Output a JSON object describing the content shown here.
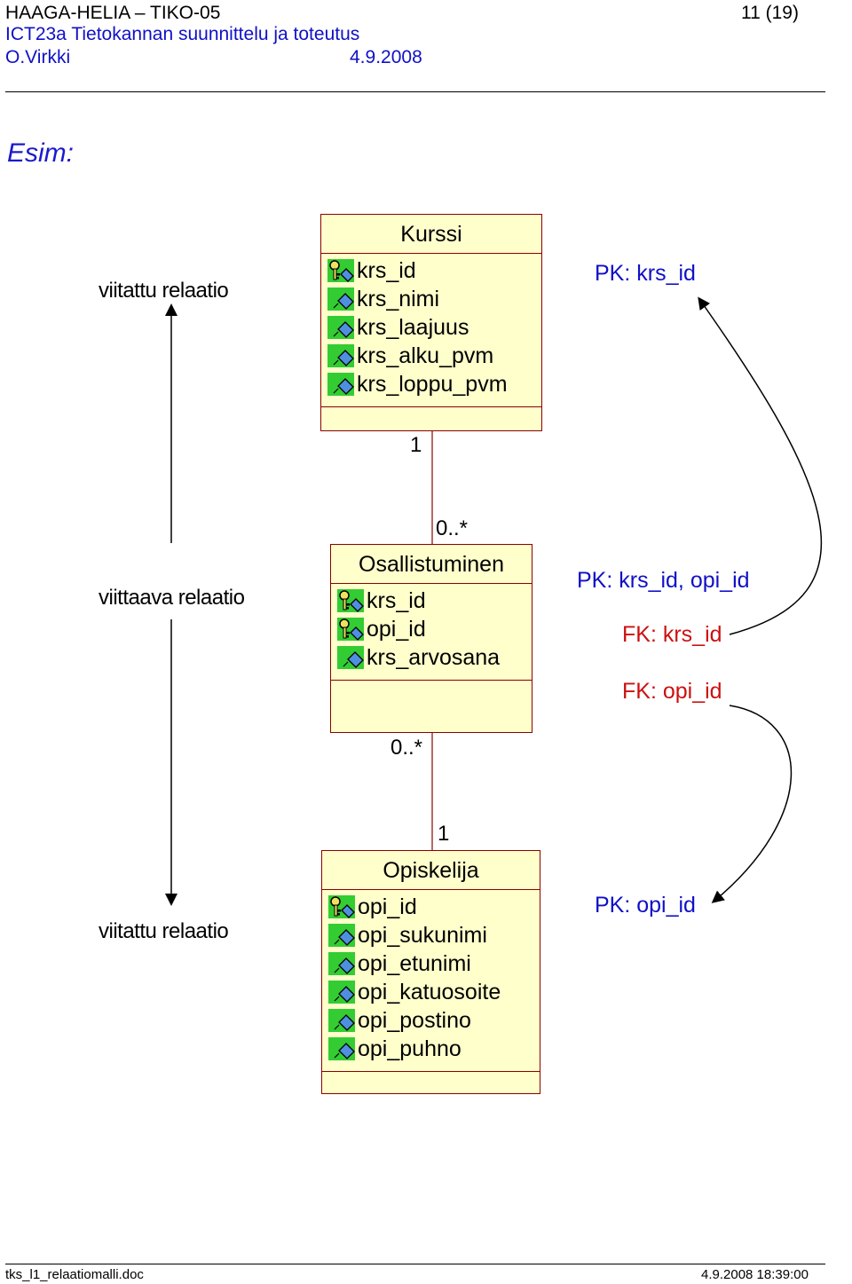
{
  "header": {
    "org": "HAAGA-HELIA – TIKO-05",
    "page": "11 (19)",
    "course": "ICT23a Tietokannan suunnittelu ja toteutus",
    "author": "O.Virkki",
    "date": "4.9.2008"
  },
  "heading": "Esim:",
  "side_labels": {
    "top": "viitattu relaatio",
    "middle": "viittaava relaatio",
    "bottom": "viitattu relaatio"
  },
  "entities": {
    "kurssi": {
      "title": "Kurssi",
      "attributes": [
        {
          "name": "krs_id",
          "icon": "primary-key-icon"
        },
        {
          "name": "krs_nimi",
          "icon": "attribute-icon"
        },
        {
          "name": "krs_laajuus",
          "icon": "attribute-icon"
        },
        {
          "name": "krs_alku_pvm",
          "icon": "attribute-icon"
        },
        {
          "name": "krs_loppu_pvm",
          "icon": "attribute-icon"
        }
      ]
    },
    "osallistuminen": {
      "title": "Osallistuminen",
      "attributes": [
        {
          "name": "krs_id",
          "icon": "primary-key-icon"
        },
        {
          "name": "opi_id",
          "icon": "primary-key-icon"
        },
        {
          "name": "krs_arvosana",
          "icon": "attribute-icon"
        }
      ]
    },
    "opiskelija": {
      "title": "Opiskelija",
      "attributes": [
        {
          "name": "opi_id",
          "icon": "primary-key-icon"
        },
        {
          "name": "opi_sukunimi",
          "icon": "attribute-icon"
        },
        {
          "name": "opi_etunimi",
          "icon": "attribute-icon"
        },
        {
          "name": "opi_katuosoite",
          "icon": "attribute-icon"
        },
        {
          "name": "opi_postino",
          "icon": "attribute-icon"
        },
        {
          "name": "opi_puhno",
          "icon": "attribute-icon"
        }
      ]
    }
  },
  "multiplicities": {
    "kurssi_end": "1",
    "osallistuminen_top": "0..*",
    "osallistuminen_bottom": "0..*",
    "opiskelija_end": "1"
  },
  "notes": {
    "kurssi_pk": "PK: krs_id",
    "osallistuminen_pk": "PK: krs_id, opi_id",
    "osallistuminen_fk1": "FK: krs_id",
    "osallistuminen_fk2": "FK: opi_id",
    "opiskelija_pk": "PK: opi_id"
  },
  "footer": {
    "filename": "tks_l1_relaatiomalli.doc",
    "timestamp": "4.9.2008 18:39:00"
  },
  "colors": {
    "entity_fill": "#ffffcc",
    "entity_border": "#8b0000",
    "pk_text": "#1010c8",
    "fk_text": "#cc1010",
    "icon_bg": "#33cc33"
  }
}
